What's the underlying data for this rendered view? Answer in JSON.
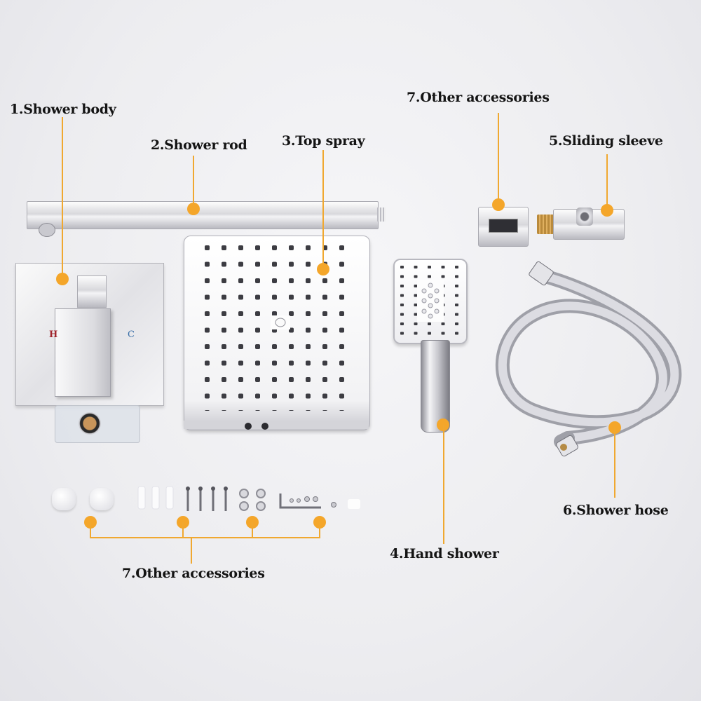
{
  "labels": {
    "shower_body": "1.Shower body",
    "shower_rod": "2.Shower rod",
    "top_spray": "3.Top spray",
    "hand_shower": "4.Hand shower",
    "sliding_sleeve": "5.Sliding sleeve",
    "shower_hose": "6.Shower hose",
    "other_accessories_top": "7.Other accessories",
    "other_accessories_bottom": "7.Other accessories"
  },
  "valve_markings": {
    "hot": "H",
    "cold": "C"
  },
  "colors": {
    "accent": "#f4a62a",
    "line": "#f0a830",
    "text": "#141414",
    "hot": "#a0242c",
    "cold": "#3a6fa8"
  }
}
